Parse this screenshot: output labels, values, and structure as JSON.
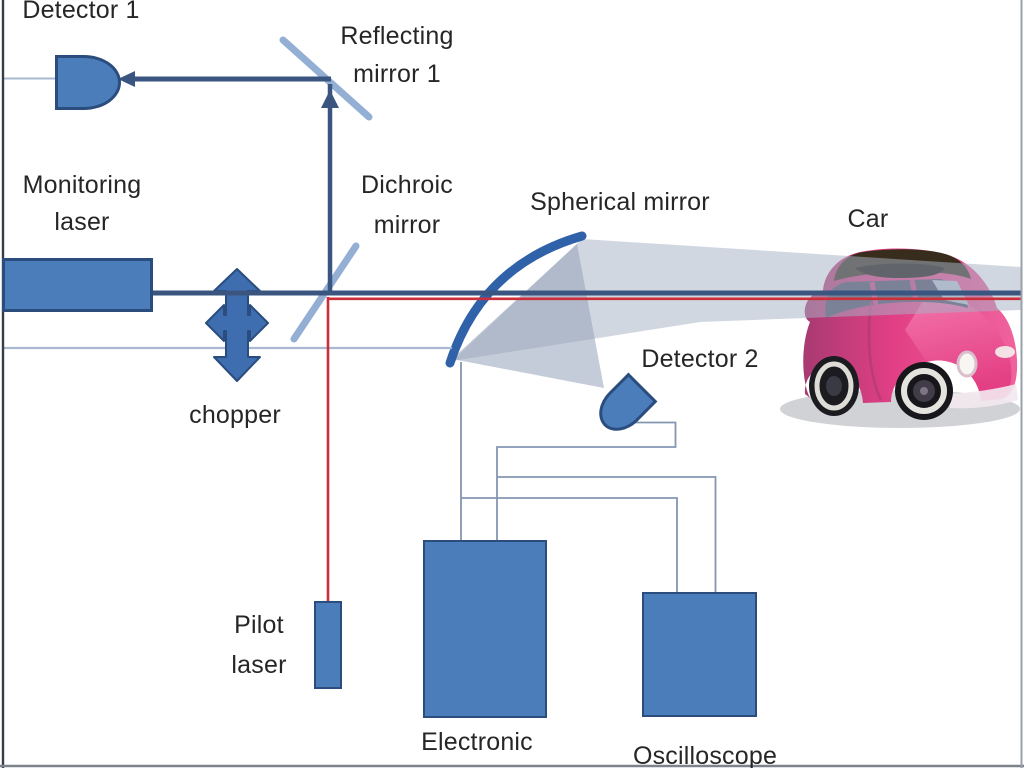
{
  "diagram": {
    "labels": {
      "detector1": "Detector 1",
      "reflecting_mirror": {
        "line1": "Reflecting",
        "line2": "mirror 1"
      },
      "monitoring_laser": {
        "line1": "Monitoring",
        "line2": "laser"
      },
      "dichroic_mirror": {
        "line1": "Dichroic",
        "line2": "mirror"
      },
      "spherical_mirror": "Spherical mirror",
      "car": "Car",
      "chopper": "chopper",
      "detector2": "Detector 2",
      "pilot_laser": {
        "line1": "Pilot",
        "line2": "laser"
      },
      "electronic": "Electronic",
      "oscilloscope": "Oscilloscope"
    },
    "colors": {
      "background": "#ffffff",
      "component_fill": "#4a7dba",
      "component_border": "#2b4d7e",
      "chopper_fill": "#3e6db0",
      "beam_navy": "#3a5680",
      "beam_red": "#cc2f38",
      "pale_beam": "#a9b9d0",
      "mirror_light": "#93afd4",
      "spherical_mirror_blue": "#2f62a8",
      "wire": "#8496b3",
      "fan_gray_blue": "#a7b2c6",
      "fan_dark_gray": "#96a2ba",
      "label_text": "#262626",
      "car_pink": "#e8488f",
      "frame_left": "#383c46",
      "frame_bottom": "#7d828c",
      "frame_right": "#9aa0a8"
    }
  }
}
